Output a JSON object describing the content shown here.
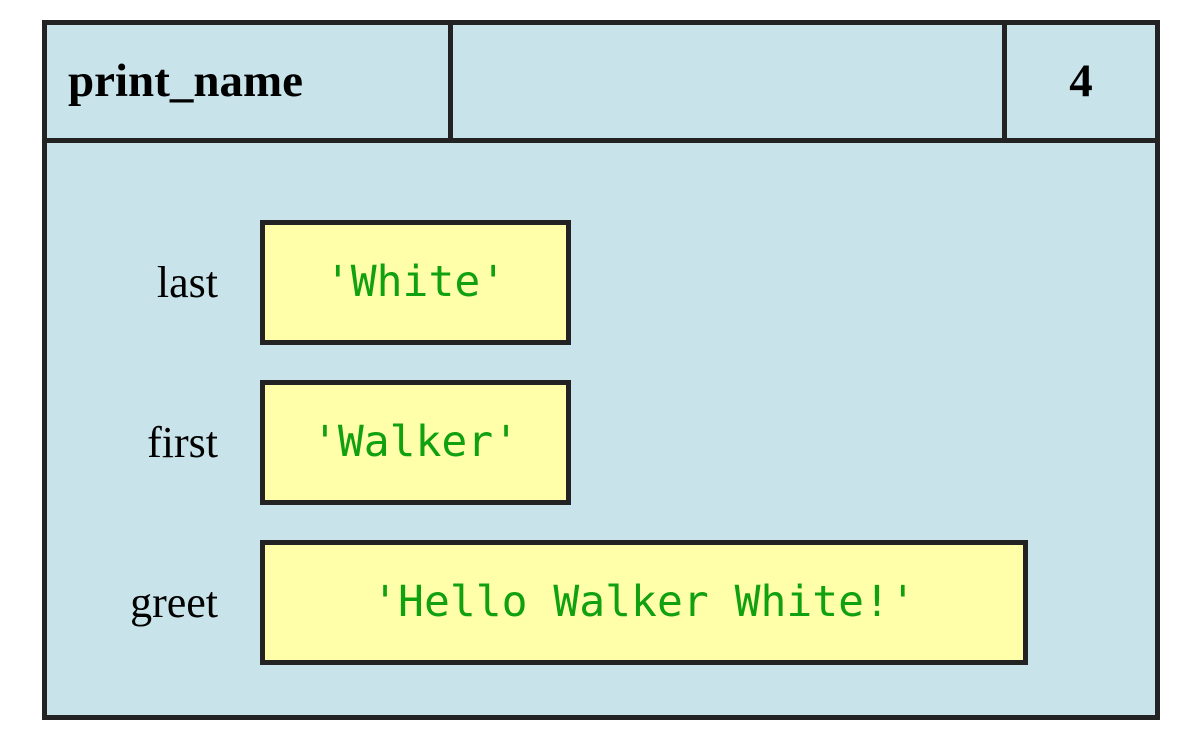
{
  "frame": {
    "name": "print_name",
    "counter": "4",
    "colors": {
      "frame_background": "#c8e4ea",
      "border": "#232323",
      "value_box_background": "#ffffaa",
      "value_text": "#10a010",
      "label_text": "#000000"
    },
    "variables": [
      {
        "label": "last",
        "value": "'White'",
        "size": "short"
      },
      {
        "label": "first",
        "value": "'Walker'",
        "size": "short"
      },
      {
        "label": "greet",
        "value": "'Hello Walker White!'",
        "size": "long"
      }
    ]
  }
}
